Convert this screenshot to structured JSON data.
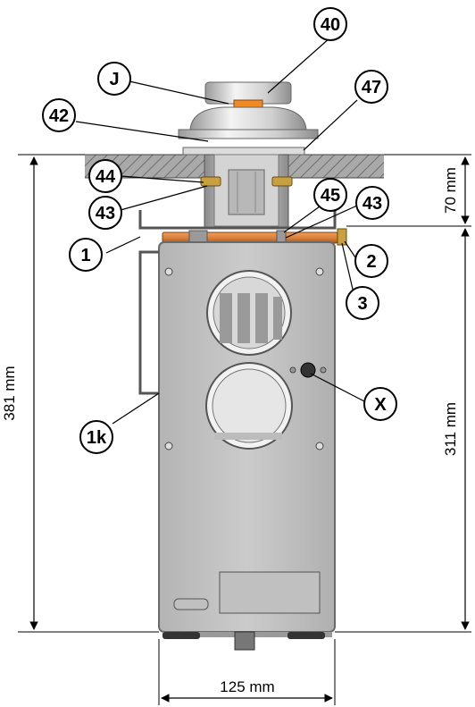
{
  "callouts": {
    "c40": "40",
    "cJ": "J",
    "c47": "47",
    "c42": "42",
    "c44": "44",
    "c43a": "43",
    "c45": "45",
    "c43b": "43",
    "c2": "2",
    "c3": "3",
    "c1": "1",
    "cX": "X",
    "c1k": "1k"
  },
  "dimensions": {
    "total_height": "381 mm",
    "ceiling_depth": "70 mm",
    "unit_height": "311 mm",
    "unit_width": "125 mm"
  },
  "colors": {
    "body": "#c4c4c4",
    "body_edge": "#7a7a7a",
    "copper": "#d9823a",
    "brass": "#c8a040",
    "ceiling_hatch": "#9a9a9a"
  }
}
